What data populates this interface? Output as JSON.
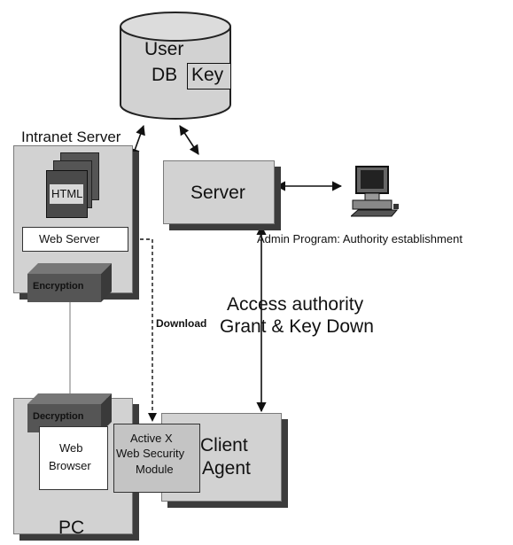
{
  "db": {
    "label_top": "User",
    "label_bottom": "DB",
    "key": "Key"
  },
  "intranet": {
    "title": "Intranet Server",
    "html_doc": "HTML",
    "web_server": "Web Server",
    "encryption": "Encryption"
  },
  "server": {
    "label": "Server"
  },
  "admin": {
    "caption": "Admin Program: Authority establishment",
    "icon": "computer-icon"
  },
  "access": {
    "line1": "Access authority",
    "line2": "Grant & Key Down"
  },
  "download": {
    "label": "Download"
  },
  "pc": {
    "decryption": "Decryption",
    "browser_line1": "Web",
    "browser_line2": "Browser",
    "label": "PC"
  },
  "activex": {
    "line1": "Active X",
    "line2": "Web Security",
    "line3": "Module"
  },
  "client_agent": {
    "line1": "Client",
    "line2": "Agent"
  }
}
